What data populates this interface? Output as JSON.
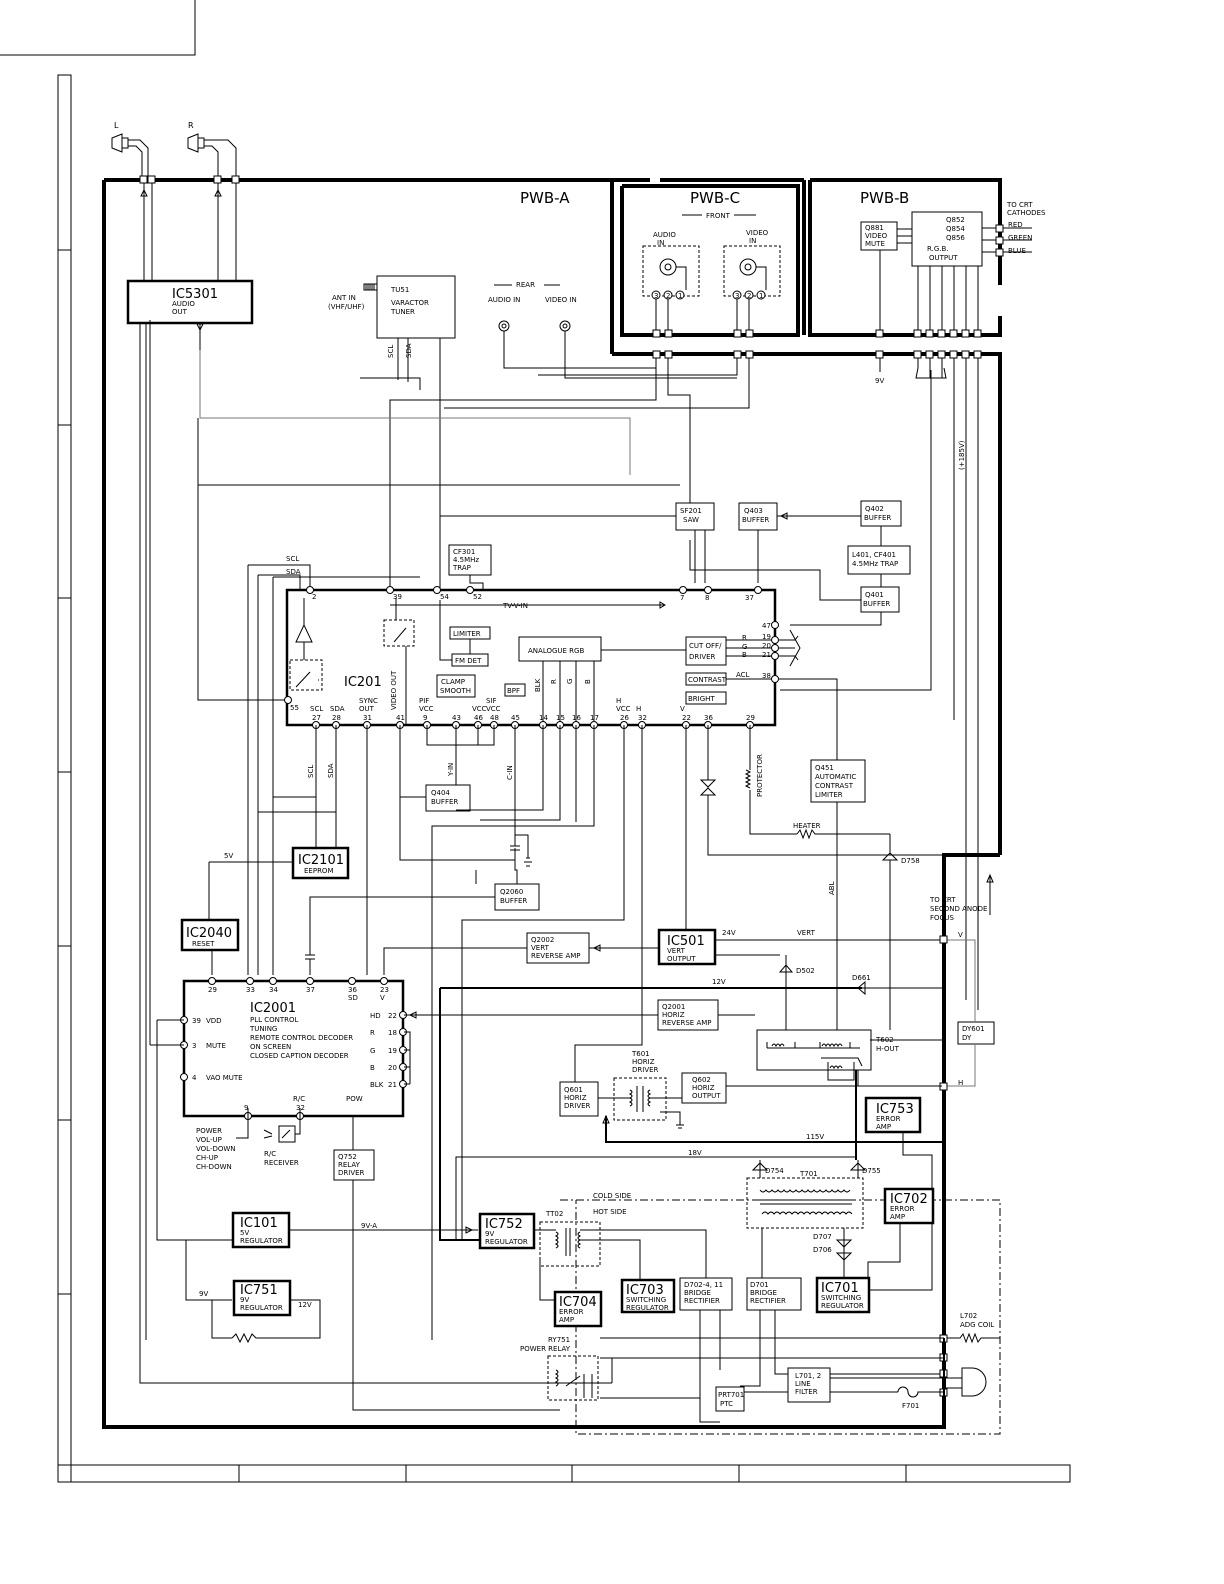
{
  "boards": {
    "a": "PWB-A",
    "b": "PWB-B",
    "c": "PWB-C"
  },
  "speakers": {
    "left": "L",
    "right": "R"
  },
  "ic5301": {
    "name": "IC5301",
    "l1": "AUDIO",
    "l2": "OUT"
  },
  "tu51": {
    "name": "TU51",
    "l1": "VARACTOR",
    "l2": "TUNER",
    "scl": "SCL",
    "sda": "SDA"
  },
  "ant": {
    "l1": "ANT IN",
    "l2": "(VHF/UHF)"
  },
  "rear": {
    "label": "REAR",
    "audio": "AUDIO IN",
    "video": "VIDEO IN"
  },
  "front": {
    "label": "FRONT",
    "audio1": "AUDIO",
    "audio2": "IN",
    "video1": "VIDEO",
    "video2": "IN",
    "p3": "3",
    "p2": "2",
    "p1": "1"
  },
  "q881": {
    "l1": "Q881",
    "l2": "VIDEO",
    "l3": "MUTE"
  },
  "q852": {
    "l1": "Q852",
    "l2": "Q854",
    "l3": "Q856",
    "l4": "R.G.B.",
    "l5": "OUTPUT"
  },
  "crt": {
    "l1": "TO CRT",
    "l2": "CATHODES",
    "red": "RED",
    "green": "GREEN",
    "blue": "BLUE"
  },
  "v9": "9V",
  "v185": "(+185V)",
  "sf201": {
    "l1": "SF201",
    "l2": "SAW"
  },
  "q403": {
    "l1": "Q403",
    "l2": "BUFFER"
  },
  "q402": {
    "l1": "Q402",
    "l2": "BUFFER"
  },
  "l401": {
    "l1": "L401, CF401",
    "l2": "4.5MHz TRAP"
  },
  "q401": {
    "l1": "Q401",
    "l2": "BUFFER"
  },
  "cf301": {
    "l1": "CF301",
    "l2": "4.5MHz",
    "l3": "TRAP"
  },
  "bus": {
    "scl": "SCL",
    "sda": "SDA"
  },
  "ic201": {
    "name": "IC201",
    "tv_v_in": "TV-V-IN",
    "limiter": "LIMITER",
    "fm_det": "FM DET",
    "clamp1": "CLAMP",
    "clamp2": "SMOOTH",
    "bpf": "BPF",
    "analogue": "ANALOGUE RGB",
    "cutoff1": "CUT OFF/",
    "cutoff2": "DRIVER",
    "contrast": "CONTRAST",
    "bright": "BRIGHT",
    "acl": "ACL",
    "video_out": "VIDEO OUT",
    "top_pins": [
      "2",
      "39",
      "54",
      "52",
      "7",
      "8",
      "37"
    ],
    "right_pins": [
      "47",
      "19",
      "20",
      "21",
      "38"
    ],
    "rgb": [
      "R",
      "G",
      "B"
    ],
    "inner_labels": [
      "BLK",
      "R",
      "G",
      "B"
    ],
    "bottom_labels": [
      {
        "l1": "SCL",
        "l2": "27"
      },
      {
        "l1": "SDA",
        "l2": "28"
      },
      {
        "l1": "SYNC OUT",
        "l2": "31"
      },
      {
        "l1": "",
        "l2": "41"
      },
      {
        "l1": "PIF VCC",
        "l2": "9"
      },
      {
        "l1": "",
        "l2": "43"
      },
      {
        "l1": "VCC",
        "l2": "46"
      },
      {
        "l1": "SIF VCC",
        "l2": "48"
      },
      {
        "l1": "",
        "l2": "45"
      },
      {
        "l1": "",
        "l2": "14"
      },
      {
        "l1": "",
        "l2": "15"
      },
      {
        "l1": "",
        "l2": "16"
      },
      {
        "l1": "",
        "l2": "17"
      },
      {
        "l1": "H VCC",
        "l2": "26"
      },
      {
        "l1": "H",
        "l2": "32"
      },
      {
        "l1": "V",
        "l2": "22"
      },
      {
        "l1": "",
        "l2": "36"
      },
      {
        "l1": "",
        "l2": "29"
      }
    ],
    "pin55": "55"
  },
  "q404": {
    "l1": "Q404",
    "l2": "BUFFER"
  },
  "y_in": "Y-IN",
  "c_in": "C-IN",
  "q451": {
    "l1": "Q451",
    "l2": "AUTOMATIC",
    "l3": "CONTRAST",
    "l4": "LIMITER"
  },
  "protector": "PROTECTOR",
  "heater": "HEATER",
  "abl": "ABL",
  "d758": "D758",
  "ic2101": {
    "name": "IC2101",
    "l1": "EEPROM"
  },
  "v5": "5V",
  "q2060": {
    "l1": "Q2060",
    "l2": "BUFFER"
  },
  "ic2040": {
    "name": "IC2040",
    "l1": "RESET"
  },
  "q2002": {
    "l1": "Q2002",
    "l2": "VERT",
    "l3": "REVERSE AMP"
  },
  "ic501": {
    "name": "IC501",
    "l1": "VERT",
    "l2": "OUTPUT"
  },
  "v24": "24V",
  "vert": "VERT",
  "crt2": {
    "l1": "TO CRT",
    "l2": "SECOND ANODE",
    "l3": "FOCUS"
  },
  "d502": "D502",
  "d661": "D661",
  "v12": "12V",
  "ic2001": {
    "name": "IC2001",
    "desc": [
      "PLL CONTROL",
      "TUNING",
      "REMOTE CONTROL DECODER",
      "ON SCREEN",
      "CLOSED CAPTION DECODER"
    ],
    "top_pins": [
      {
        "n": "29",
        "l": ""
      },
      {
        "n": "33",
        "l": ""
      },
      {
        "n": "34",
        "l": ""
      },
      {
        "n": "37",
        "l": ""
      },
      {
        "n": "36",
        "l": "SD"
      },
      {
        "n": "23",
        "l": "V"
      }
    ],
    "left_pins": [
      {
        "n": "39",
        "l": "VDD"
      },
      {
        "n": "3",
        "l": "MUTE"
      },
      {
        "n": "4",
        "l": "VAO MUTE"
      }
    ],
    "right_pins": [
      {
        "l": "HD",
        "n": "22"
      },
      {
        "l": "R",
        "n": "18"
      },
      {
        "l": "G",
        "n": "19"
      },
      {
        "l": "B",
        "n": "20"
      },
      {
        "l": "BLK",
        "n": "21"
      }
    ],
    "bottom_pins": [
      {
        "n": "9",
        "l": ""
      },
      {
        "n": "32",
        "l": "R/C"
      },
      {
        "n": "",
        "l": "POW"
      }
    ]
  },
  "q2001": {
    "l1": "Q2001",
    "l2": "HORIZ",
    "l3": "REVERSE AMP"
  },
  "t602": {
    "l1": "T602",
    "l2": "H-OUT"
  },
  "dy601": {
    "l1": "DY601",
    "l2": "DY"
  },
  "v_label": "V",
  "h_label": "H",
  "t601": {
    "l1": "T601",
    "l2": "HORIZ",
    "l3": "DRIVER"
  },
  "q601": {
    "l1": "Q601",
    "l2": "HORIZ",
    "l3": "DRIVER"
  },
  "q602": {
    "l1": "Q602",
    "l2": "HORIZ",
    "l3": "OUTPUT"
  },
  "ic753": {
    "name": "IC753",
    "l1": "ERROR",
    "l2": "AMP"
  },
  "v115": "115V",
  "v18": "18V",
  "keys": [
    "POWER",
    "VOL-UP",
    "VOL-DOWN",
    "CH-UP",
    "CH-DOWN"
  ],
  "rc": {
    "l1": "R/C",
    "l2": "RECEIVER"
  },
  "q752": {
    "l1": "Q752",
    "l2": "RELAY",
    "l3": "DRIVER"
  },
  "d754": "D754",
  "d755": "D755",
  "t701": "T701",
  "ic702": {
    "name": "IC702",
    "l1": "ERROR",
    "l2": "AMP"
  },
  "ic101": {
    "name": "IC101",
    "l1": "5V",
    "l2": "REGULATOR"
  },
  "v9a": "9V-A",
  "ic752": {
    "name": "IC752",
    "l1": "9V",
    "l2": "REGULATOR"
  },
  "tt02": "TT02",
  "cold": "COLD SIDE",
  "hot": "HOT SIDE",
  "d707": "D707",
  "d706": "D706",
  "ic751": {
    "name": "IC751",
    "l1": "9V",
    "l2": "REGULATOR",
    "v12": "12V"
  },
  "v9b": "9V",
  "ic704": {
    "name": "IC704",
    "l1": "ERROR",
    "l2": "AMP"
  },
  "ic703": {
    "name": "IC703",
    "l1": "SWITCHING",
    "l2": "REGULATOR"
  },
  "d702": {
    "l1": "D702-4, 11",
    "l2": "BRIDGE",
    "l3": "RECTIFIER"
  },
  "d701": {
    "l1": "D701",
    "l2": "BRIDGE",
    "l3": "RECTIFIER"
  },
  "ic701": {
    "name": "IC701",
    "l1": "SWITCHING",
    "l2": "REGULATOR"
  },
  "l702": {
    "l1": "L702",
    "l2": "ADG COIL"
  },
  "ry751": {
    "l1": "RY751",
    "l2": "POWER RELAY"
  },
  "prt701": {
    "l1": "PRT701",
    "l2": "PTC"
  },
  "l701": {
    "l1": "L701, 2",
    "l2": "LINE",
    "l3": "FILTER"
  },
  "f701": "F701"
}
